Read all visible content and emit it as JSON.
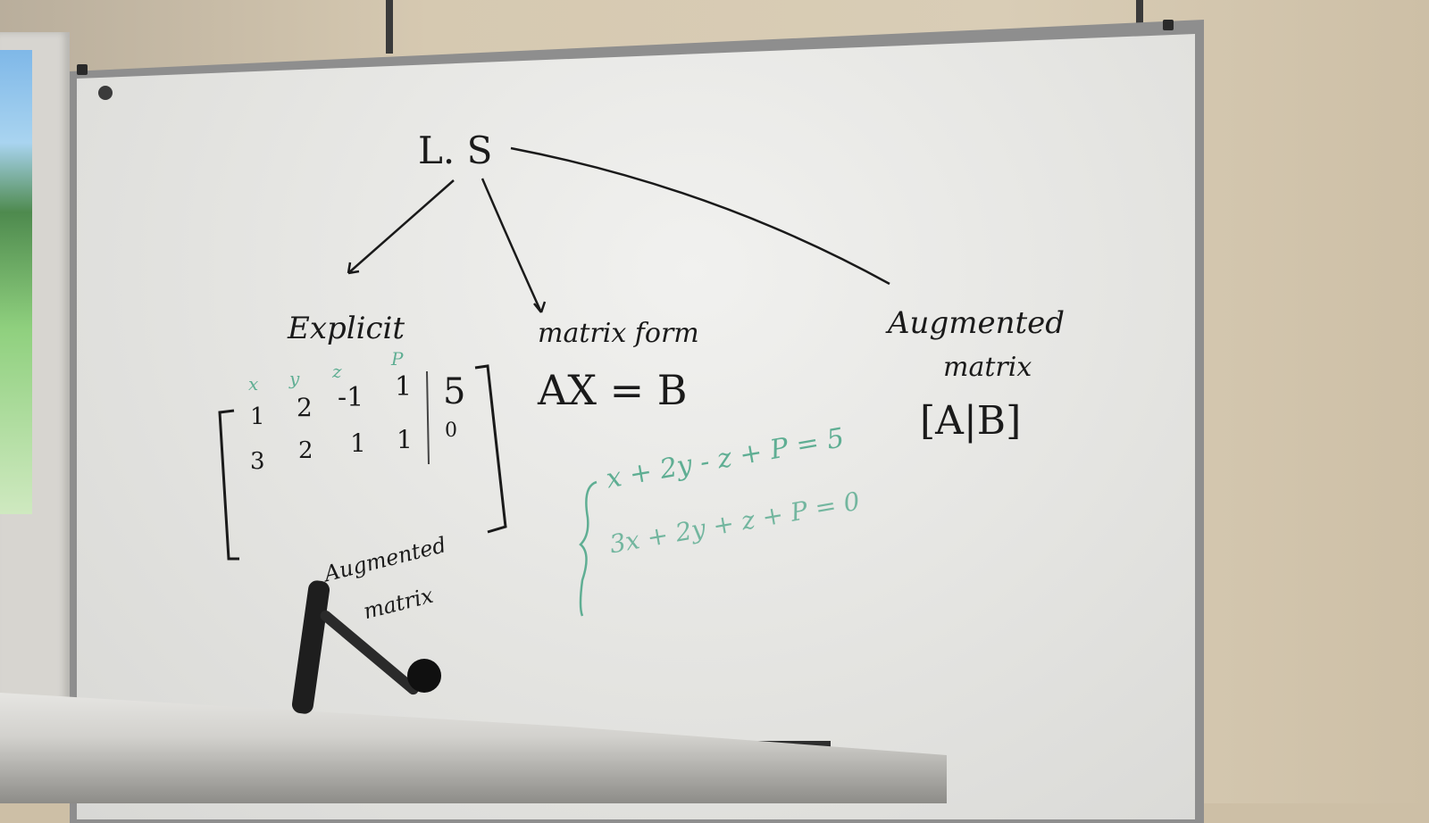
{
  "whiteboard": {
    "root": "L. S",
    "branches": {
      "explicit": "Explicit",
      "matrix_form": "matrix form",
      "matrix_equation": "AX = B",
      "augmented_line1": "Augmented",
      "augmented_line2": "matrix",
      "augmented_notation": "[A|B]"
    },
    "matrix": {
      "variables": [
        "x",
        "y",
        "z",
        "P"
      ],
      "rows": [
        [
          "1",
          "2",
          "-1",
          "1",
          "5"
        ],
        [
          "3",
          "2",
          "1",
          "1",
          "0"
        ]
      ]
    },
    "green_system": {
      "line1": "x + 2y - z + P = 5",
      "line2": "3x + 2y + z + P = 0"
    },
    "lower_note": {
      "line1": "Augmented",
      "line2": "matrix"
    }
  },
  "colors": {
    "ink_black": "#1a1a1a",
    "ink_green": "#5fae93",
    "board": "#e6e6e3",
    "wall": "#d6c9b1"
  }
}
